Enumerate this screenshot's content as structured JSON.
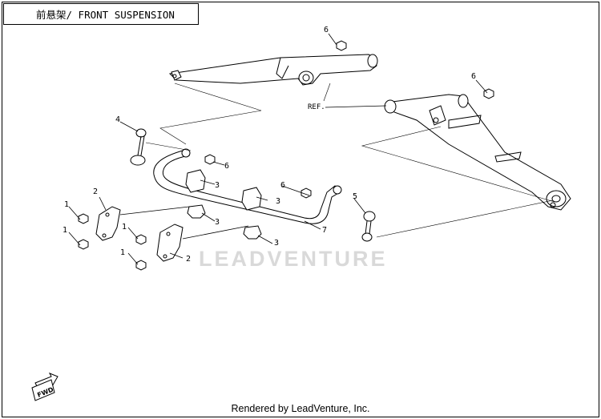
{
  "title": "前悬架/ FRONT SUSPENSION",
  "footer": "Rendered by LeadVenture, Inc.",
  "watermark": "LEADVENTURE",
  "ref_label": "REF.",
  "fwd_label": "FWD",
  "callouts": {
    "c1": "1",
    "c2": "1",
    "c3": "1",
    "c4": "1",
    "c5": "2",
    "c6": "2",
    "c7": "3",
    "c8": "3",
    "c9": "3",
    "c10": "3",
    "c11": "4",
    "c12": "5",
    "c13": "6",
    "c14": "6",
    "c15": "6",
    "c16": "6",
    "c17": "7"
  }
}
